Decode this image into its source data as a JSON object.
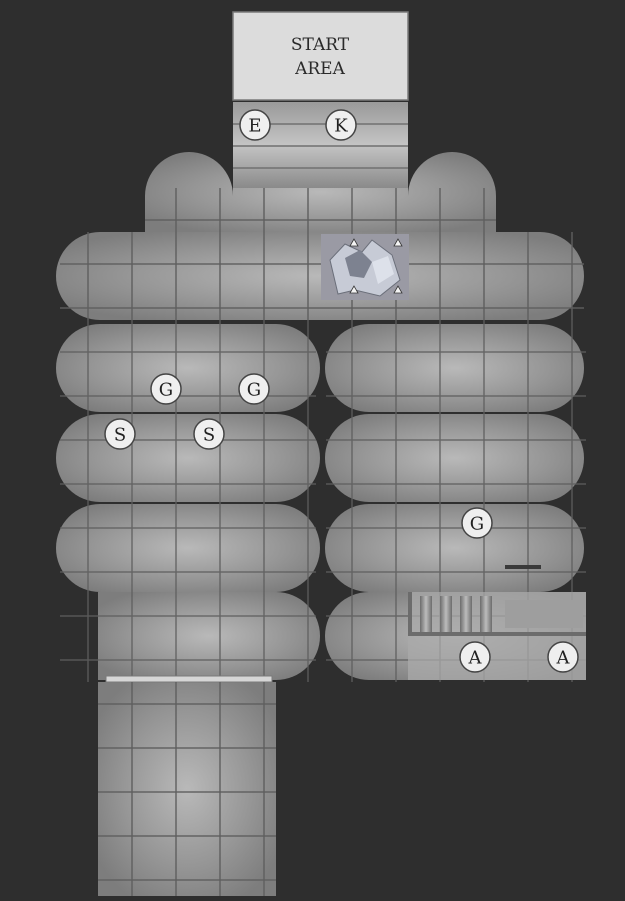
{
  "map": {
    "start_area": {
      "line1": "START",
      "line2": "AREA"
    },
    "tokens": [
      {
        "id": "E",
        "label": "E"
      },
      {
        "id": "K",
        "label": "K"
      },
      {
        "id": "G1",
        "label": "G"
      },
      {
        "id": "G2",
        "label": "G"
      },
      {
        "id": "S1",
        "label": "S"
      },
      {
        "id": "S2",
        "label": "S"
      },
      {
        "id": "G3",
        "label": "G"
      },
      {
        "id": "A1",
        "label": "A"
      },
      {
        "id": "A2",
        "label": "A"
      }
    ],
    "colors": {
      "background": "#2e2e2e",
      "tile": "#8f8f8f",
      "tile_light": "#b4b4b4",
      "grid": "#5c5c5c",
      "start_area": "#dcdcdc",
      "token_fill": "#efefef"
    }
  }
}
